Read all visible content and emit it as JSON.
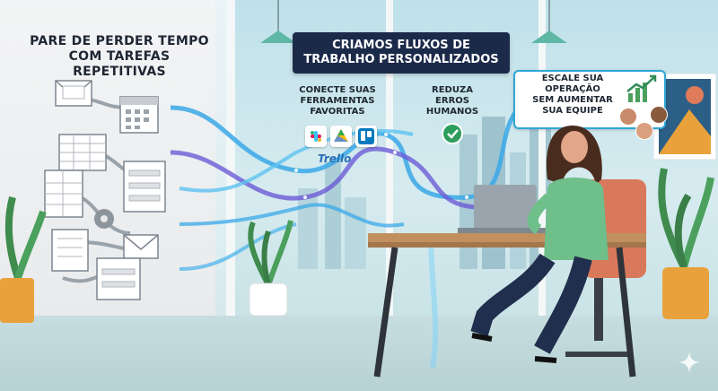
{
  "headline": {
    "line1": "PARE DE PERDER TEMPO",
    "line2": "COM TAREFAS REPETITIVAS"
  },
  "title": {
    "line1": "CRIAMOS FLUXOS DE",
    "line2": "TRABALHO PERSONALIZADOS"
  },
  "step1": {
    "line1": "CONECTE SUAS",
    "line2": "FERRAMENTAS",
    "line3": "FAVORITAS"
  },
  "step2": {
    "line1": "REDUZA",
    "line2": "ERROS",
    "line3": "HUMANOS"
  },
  "step3": {
    "line1": "ESCALE SUA OPERAÇÃO",
    "line2": "SEM AUMENTAR",
    "line3": "SUA EQUIPE"
  },
  "tools": {
    "icons": [
      "slack-icon",
      "google-drive-icon",
      "trello-icon"
    ],
    "trello_wordmark": "Trello"
  },
  "colors": {
    "title_bg": "#1c2a4a",
    "flow_blue": "#3aa8e8",
    "flow_purple": "#6b5bd6",
    "check_green": "#2e9d5b",
    "sweater": "#6fbf8a"
  }
}
